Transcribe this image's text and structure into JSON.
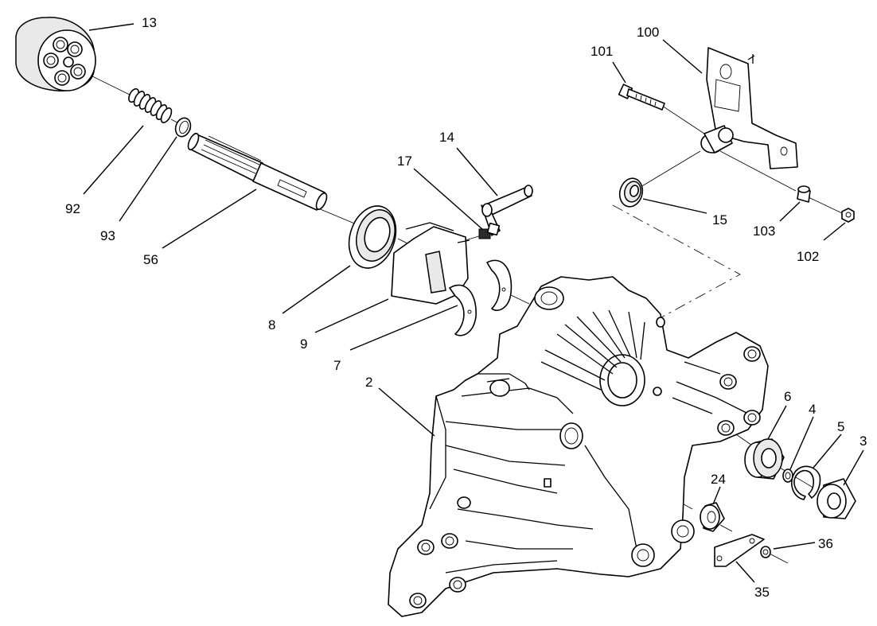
{
  "callouts": {
    "c13": "13",
    "c92": "92",
    "c93": "93",
    "c56": "56",
    "c8": "8",
    "c9": "9",
    "c7": "7",
    "c14": "14",
    "c17": "17",
    "c100": "100",
    "c101": "101",
    "c15": "15",
    "c103": "103",
    "c102": "102",
    "c2": "2",
    "c6": "6",
    "c4": "4",
    "c5": "5",
    "c3": "3",
    "c24": "24",
    "c36": "36",
    "c35": "35"
  }
}
